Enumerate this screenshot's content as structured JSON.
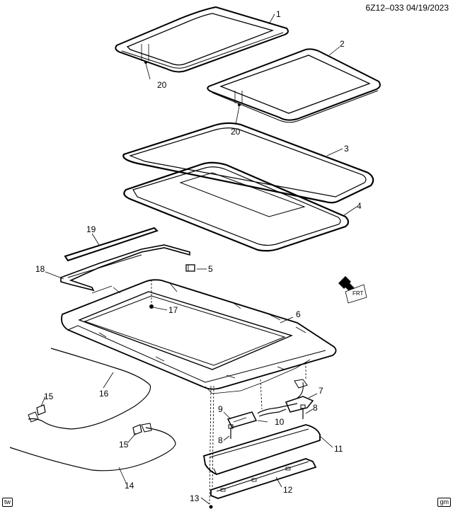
{
  "header": {
    "code": "6Z12–033",
    "date": "04/19/2023"
  },
  "callouts": [
    "1",
    "2",
    "20",
    "20",
    "3",
    "4",
    "19",
    "5",
    "18",
    "17",
    "6",
    "7",
    "8",
    "9",
    "10",
    "8",
    "11",
    "16",
    "15",
    "15",
    "14",
    "12",
    "13"
  ],
  "direction_arrow": {
    "label": "FRT"
  },
  "corner_marks": {
    "left": "tw",
    "right": "gm"
  }
}
